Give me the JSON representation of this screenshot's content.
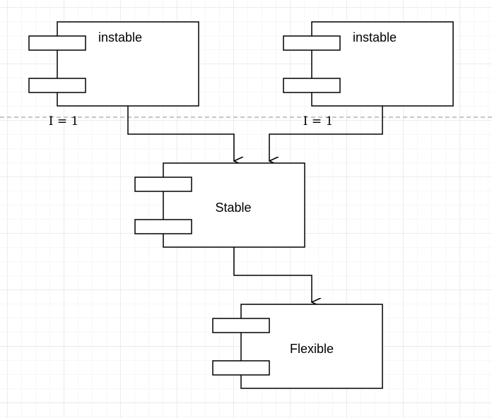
{
  "diagram": {
    "components": [
      {
        "id": "instable-left",
        "label": "instable"
      },
      {
        "id": "instable-right",
        "label": "instable"
      },
      {
        "id": "stable",
        "label": "Stable"
      },
      {
        "id": "flexible",
        "label": "Flexible"
      }
    ],
    "annotations": [
      {
        "id": "metric-left",
        "text": "I = 1"
      },
      {
        "id": "metric-right",
        "text": "I = 1"
      }
    ],
    "edges": [
      {
        "from": "instable-left",
        "to": "stable"
      },
      {
        "from": "instable-right",
        "to": "stable"
      },
      {
        "from": "stable",
        "to": "flexible"
      }
    ],
    "colors": {
      "grid_minor": "#efefef",
      "grid_major": "#d9d9d9",
      "dashed_divider": "#b3b3b3",
      "stroke": "#000000",
      "fill": "#ffffff"
    }
  }
}
